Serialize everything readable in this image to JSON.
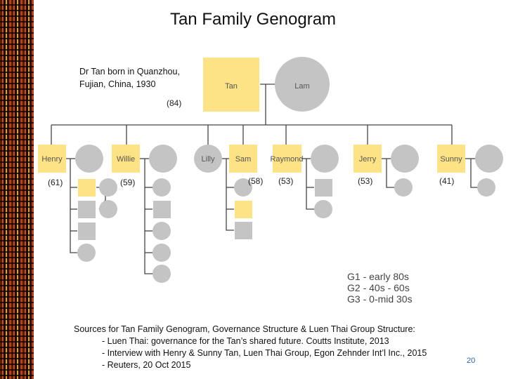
{
  "title": "Tan Family Genogram",
  "note": [
    "Dr Tan born in Quanzhou,",
    "Fujian, China, 1930"
  ],
  "colors": {
    "male": "#fde386",
    "line": "#444444",
    "female_circle": "#c4c4c4",
    "sibling_box": "#c4c4c4",
    "sam_child": "#fde386"
  },
  "founders": {
    "husband": "Tan",
    "wife": "Lam",
    "husband_age": "(84)"
  },
  "children": [
    {
      "name": "Henry",
      "age": "(61)"
    },
    {
      "name": "Willie",
      "age": "(59)"
    },
    {
      "name": "Lilly",
      "age": ""
    },
    {
      "name": "Sam",
      "age": "(58)"
    },
    {
      "name": "Raymond",
      "age": "(53)"
    },
    {
      "name": "Jerry",
      "age": "(53)"
    },
    {
      "name": "Sunny",
      "age": "(41)"
    }
  ],
  "legend": [
    "G1 - early 80s",
    "G2 - 40s - 60s",
    "G3 - 0-mid 30s"
  ],
  "sources": {
    "heading": "Sources for Tan Family Genogram, Governance Structure & Luen Thai Group Structure:",
    "items": [
      "- Luen Thai: governance for the Tan’s shared future. Coutts Institute, 2013",
      "- Interview with Henry & Sunny Tan, Luen Thai Group, Egon Zehnder Int’l Inc., 2015",
      "- Reuters, 20 Oct 2015"
    ]
  },
  "page_number": "20"
}
